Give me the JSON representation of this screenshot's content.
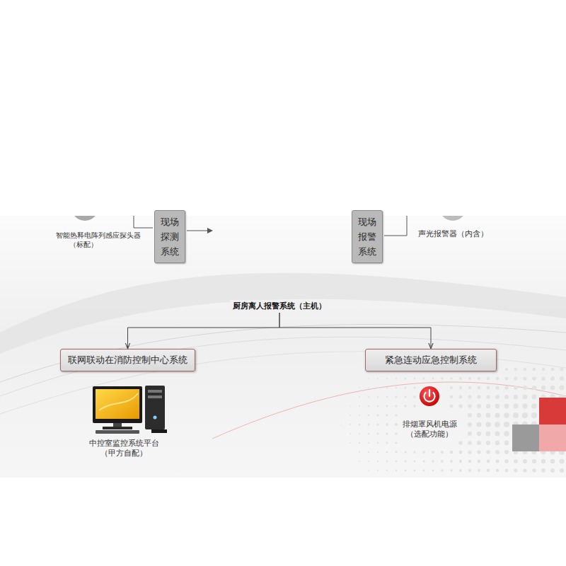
{
  "diagram": {
    "nodes": [
      {
        "text": [
          "现场探测系统"
        ]
      },
      {
        "text": [
          "现场报警系统"
        ]
      },
      {
        "text": [
          "厨房离人报警系统（主机）"
        ]
      },
      {
        "text": [
          "联网联动在消防控制中心系统"
        ]
      },
      {
        "text": [
          "紧急连动应急控制系统"
        ]
      }
    ],
    "edges": [
      {
        "from": 2,
        "to": 3,
        "arrow": "to"
      },
      {
        "from": 2,
        "to": 4,
        "arrow": "to"
      }
    ],
    "labels": [
      "智能热释电阵列感应探头器",
      "（标配）",
      "声光报警器（内含）",
      "中控室监控系统平台",
      "（甲方自配）",
      "排烟罩风机电源",
      "（选配功能）"
    ]
  }
}
